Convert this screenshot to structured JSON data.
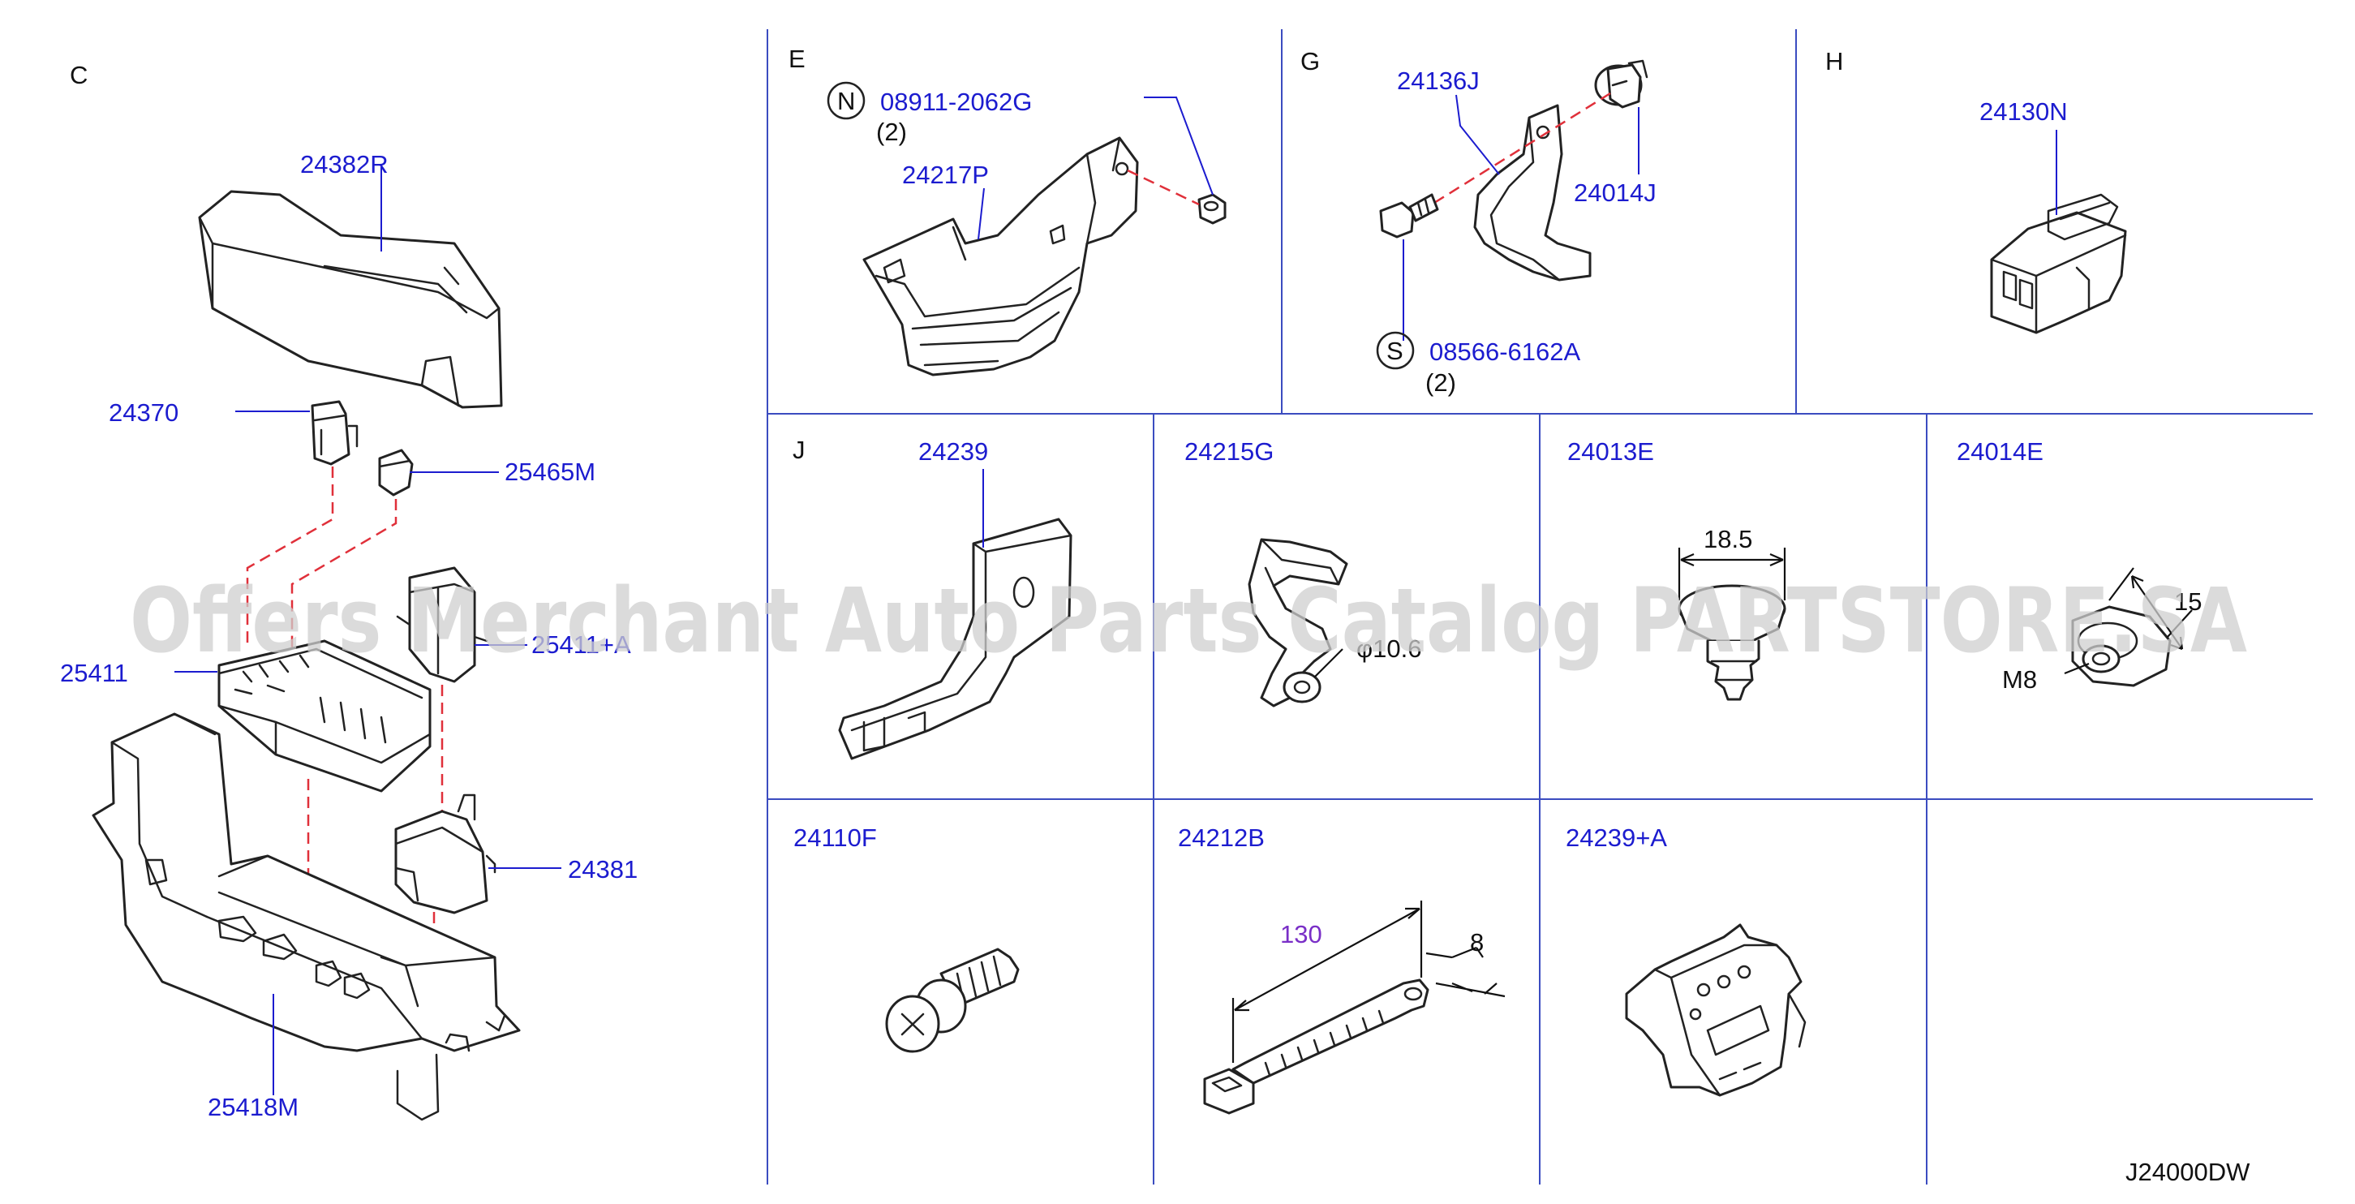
{
  "sections": {
    "C": "C",
    "E": "E",
    "G": "G",
    "H": "H",
    "J": "J"
  },
  "parts": {
    "p24382R": "24382R",
    "p24370": "24370",
    "p25465M": "25465M",
    "p25411": "25411",
    "p25411A": "25411+A",
    "p24381": "24381",
    "p25418M": "25418M",
    "p08911": "08911-2062G",
    "p08911_qty": "(2)",
    "p24217P": "24217P",
    "p24136J": "24136J",
    "p24014J": "24014J",
    "p08566": "08566-6162A",
    "p08566_qty": "(2)",
    "p24130N": "24130N",
    "p24239": "24239",
    "p24215G": "24215G",
    "p24013E": "24013E",
    "p24014E": "24014E",
    "p24110F": "24110F",
    "p24212B": "24212B",
    "p24239A": "24239+A"
  },
  "symbols": {
    "n": "N",
    "s": "S"
  },
  "dimensions": {
    "d24215G": "φ10.6",
    "d24013E": "18.5",
    "d24014E_w": "15",
    "d24014E_t": "M8",
    "d24212B_len": "130",
    "d24212B_w": "8"
  },
  "diagram_code": "J24000DW",
  "watermark": "Offers Merchant Auto Parts Catalog PARTSTORE.SA",
  "colors": {
    "label": "#1c1ccf",
    "dash": "#e0303a",
    "grid": "#3b4cc0",
    "dimension": "#7a2fc7"
  }
}
